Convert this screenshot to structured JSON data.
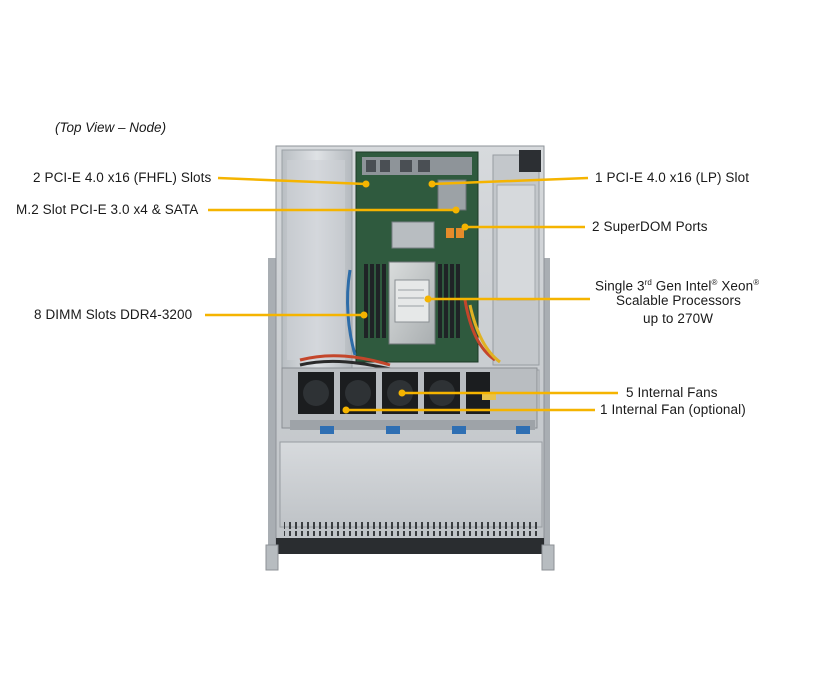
{
  "caption": "(Top View – Node)",
  "callouts": {
    "pcie_fhfl": "2 PCI-E 4.0 x16 (FHFL) Slots",
    "m2_slot": "M.2 Slot PCI-E 3.0 x4 & SATA",
    "dimm_slots": "8 DIMM Slots DDR4-3200",
    "pcie_lp": "1 PCI-E 4.0 x16 (LP) Slot",
    "superdom": "2 SuperDOM Ports",
    "cpu_line1_a": "Single 3",
    "cpu_line1_sup1": "rd",
    "cpu_line1_b": " Gen Intel",
    "cpu_line1_sup2": "®",
    "cpu_line1_c": " Xeon",
    "cpu_line1_sup3": "®",
    "cpu_line2": "Scalable Processors",
    "cpu_line3": "up to 270W",
    "fans_internal": "5 Internal  Fans",
    "fan_optional": "1 Internal  Fan (optional)"
  },
  "colors": {
    "leader_line": "#f5b400",
    "chassis": "#c9cdd1",
    "board": "#2f5a3e"
  }
}
